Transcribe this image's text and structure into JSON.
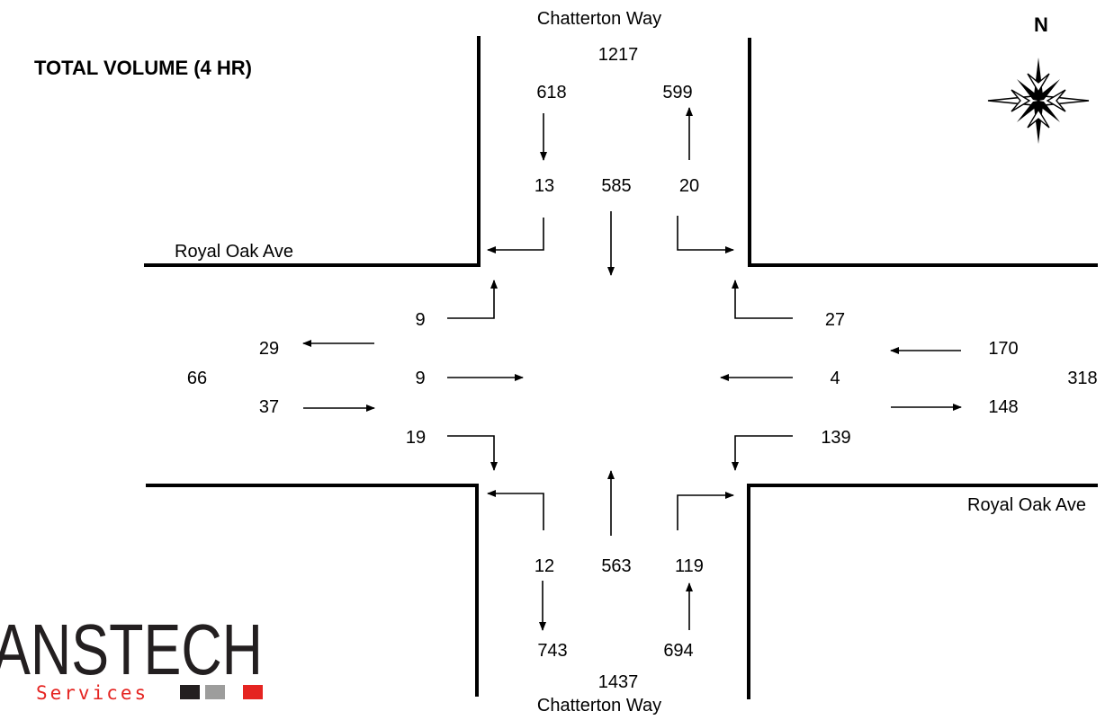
{
  "title": "TOTAL VOLUME (4 HR)",
  "north_label": "N",
  "streets": {
    "north": "Chatterton Way",
    "south": "Chatterton Way",
    "west": "Royal Oak Ave",
    "east": "Royal Oak Ave"
  },
  "north_leg": {
    "total": "1217",
    "approach": "618",
    "departure": "599",
    "right": "13",
    "through": "585",
    "left": "20"
  },
  "south_leg": {
    "total": "1437",
    "departure": "743",
    "approach": "694",
    "left": "12",
    "through": "563",
    "right": "119"
  },
  "west_leg": {
    "total": "66",
    "departure": "29",
    "approach": "37",
    "left": "9",
    "through": "9",
    "right": "19"
  },
  "east_leg": {
    "total": "318",
    "approach": "170",
    "departure": "148",
    "right": "27",
    "through": "4",
    "left": "139"
  },
  "logo": {
    "text": "ANSTECH",
    "subtext": "Services",
    "accent_color": "#e52421",
    "dark_color": "#231f20",
    "gray_color": "#9d9d9c"
  }
}
